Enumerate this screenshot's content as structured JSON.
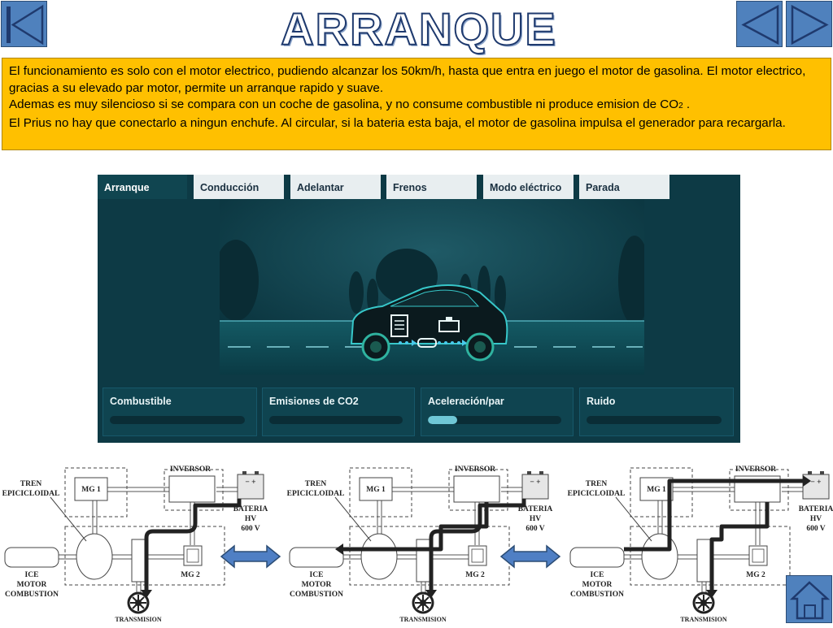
{
  "title": "ARRANQUE",
  "nav": {
    "first_icon": "first-slide-icon",
    "prev_icon": "previous-slide-icon",
    "next_icon": "next-slide-icon",
    "home_icon": "home-icon"
  },
  "description": [
    "El funcionamiento es solo con el motor electrico, pudiendo alcanzar los 50km/h, hasta que entra en juego el motor de gasolina. El motor electrico, gracias a su elevado par motor, permite un arranque rapido y suave.",
    "Ademas es muy silencioso si se compara con un coche de gasolina, y no consume combustible ni produce emision de CO",
    "2",
    " .",
    "El Prius no hay que conectarlo a ningun enchufe. Al circular, si la bateria esta baja, el motor de gasolina impulsa el generador para recargarla."
  ],
  "simulator": {
    "tabs": [
      "Arranque",
      "Conducción",
      "Adelantar",
      "Frenos",
      "Modo eléctrico",
      "Parada"
    ],
    "active_tab": 0,
    "meters": [
      {
        "label": "Combustible",
        "level": 0
      },
      {
        "label": "Emisiones de CO2",
        "level": 0
      },
      {
        "label": "Aceleración/par",
        "level": 0.22
      },
      {
        "label": "Ruido",
        "level": 0
      }
    ]
  },
  "diagram": {
    "inversor": "INVERSOR",
    "tren_1": "TREN",
    "tren_2": "EPICICLOIDAL",
    "mg1": "MG 1",
    "bateria_1": "BATERIA",
    "bateria_2": "HV",
    "bateria_3": "600 V",
    "ice_1": "ICE",
    "ice_2": "MOTOR",
    "ice_3": "COMBUSTION",
    "mg2": "MG 2",
    "transmision": "TRANSMISION",
    "battery_terminals": "− +"
  },
  "colors": {
    "nav_button": "#4f81bd",
    "text_box": "#ffc000",
    "simulator_bg": "#0d3a45",
    "meter_fill": "#6fc7d6",
    "double_arrow": "#4f7fc4",
    "flow_path": "#222222"
  }
}
